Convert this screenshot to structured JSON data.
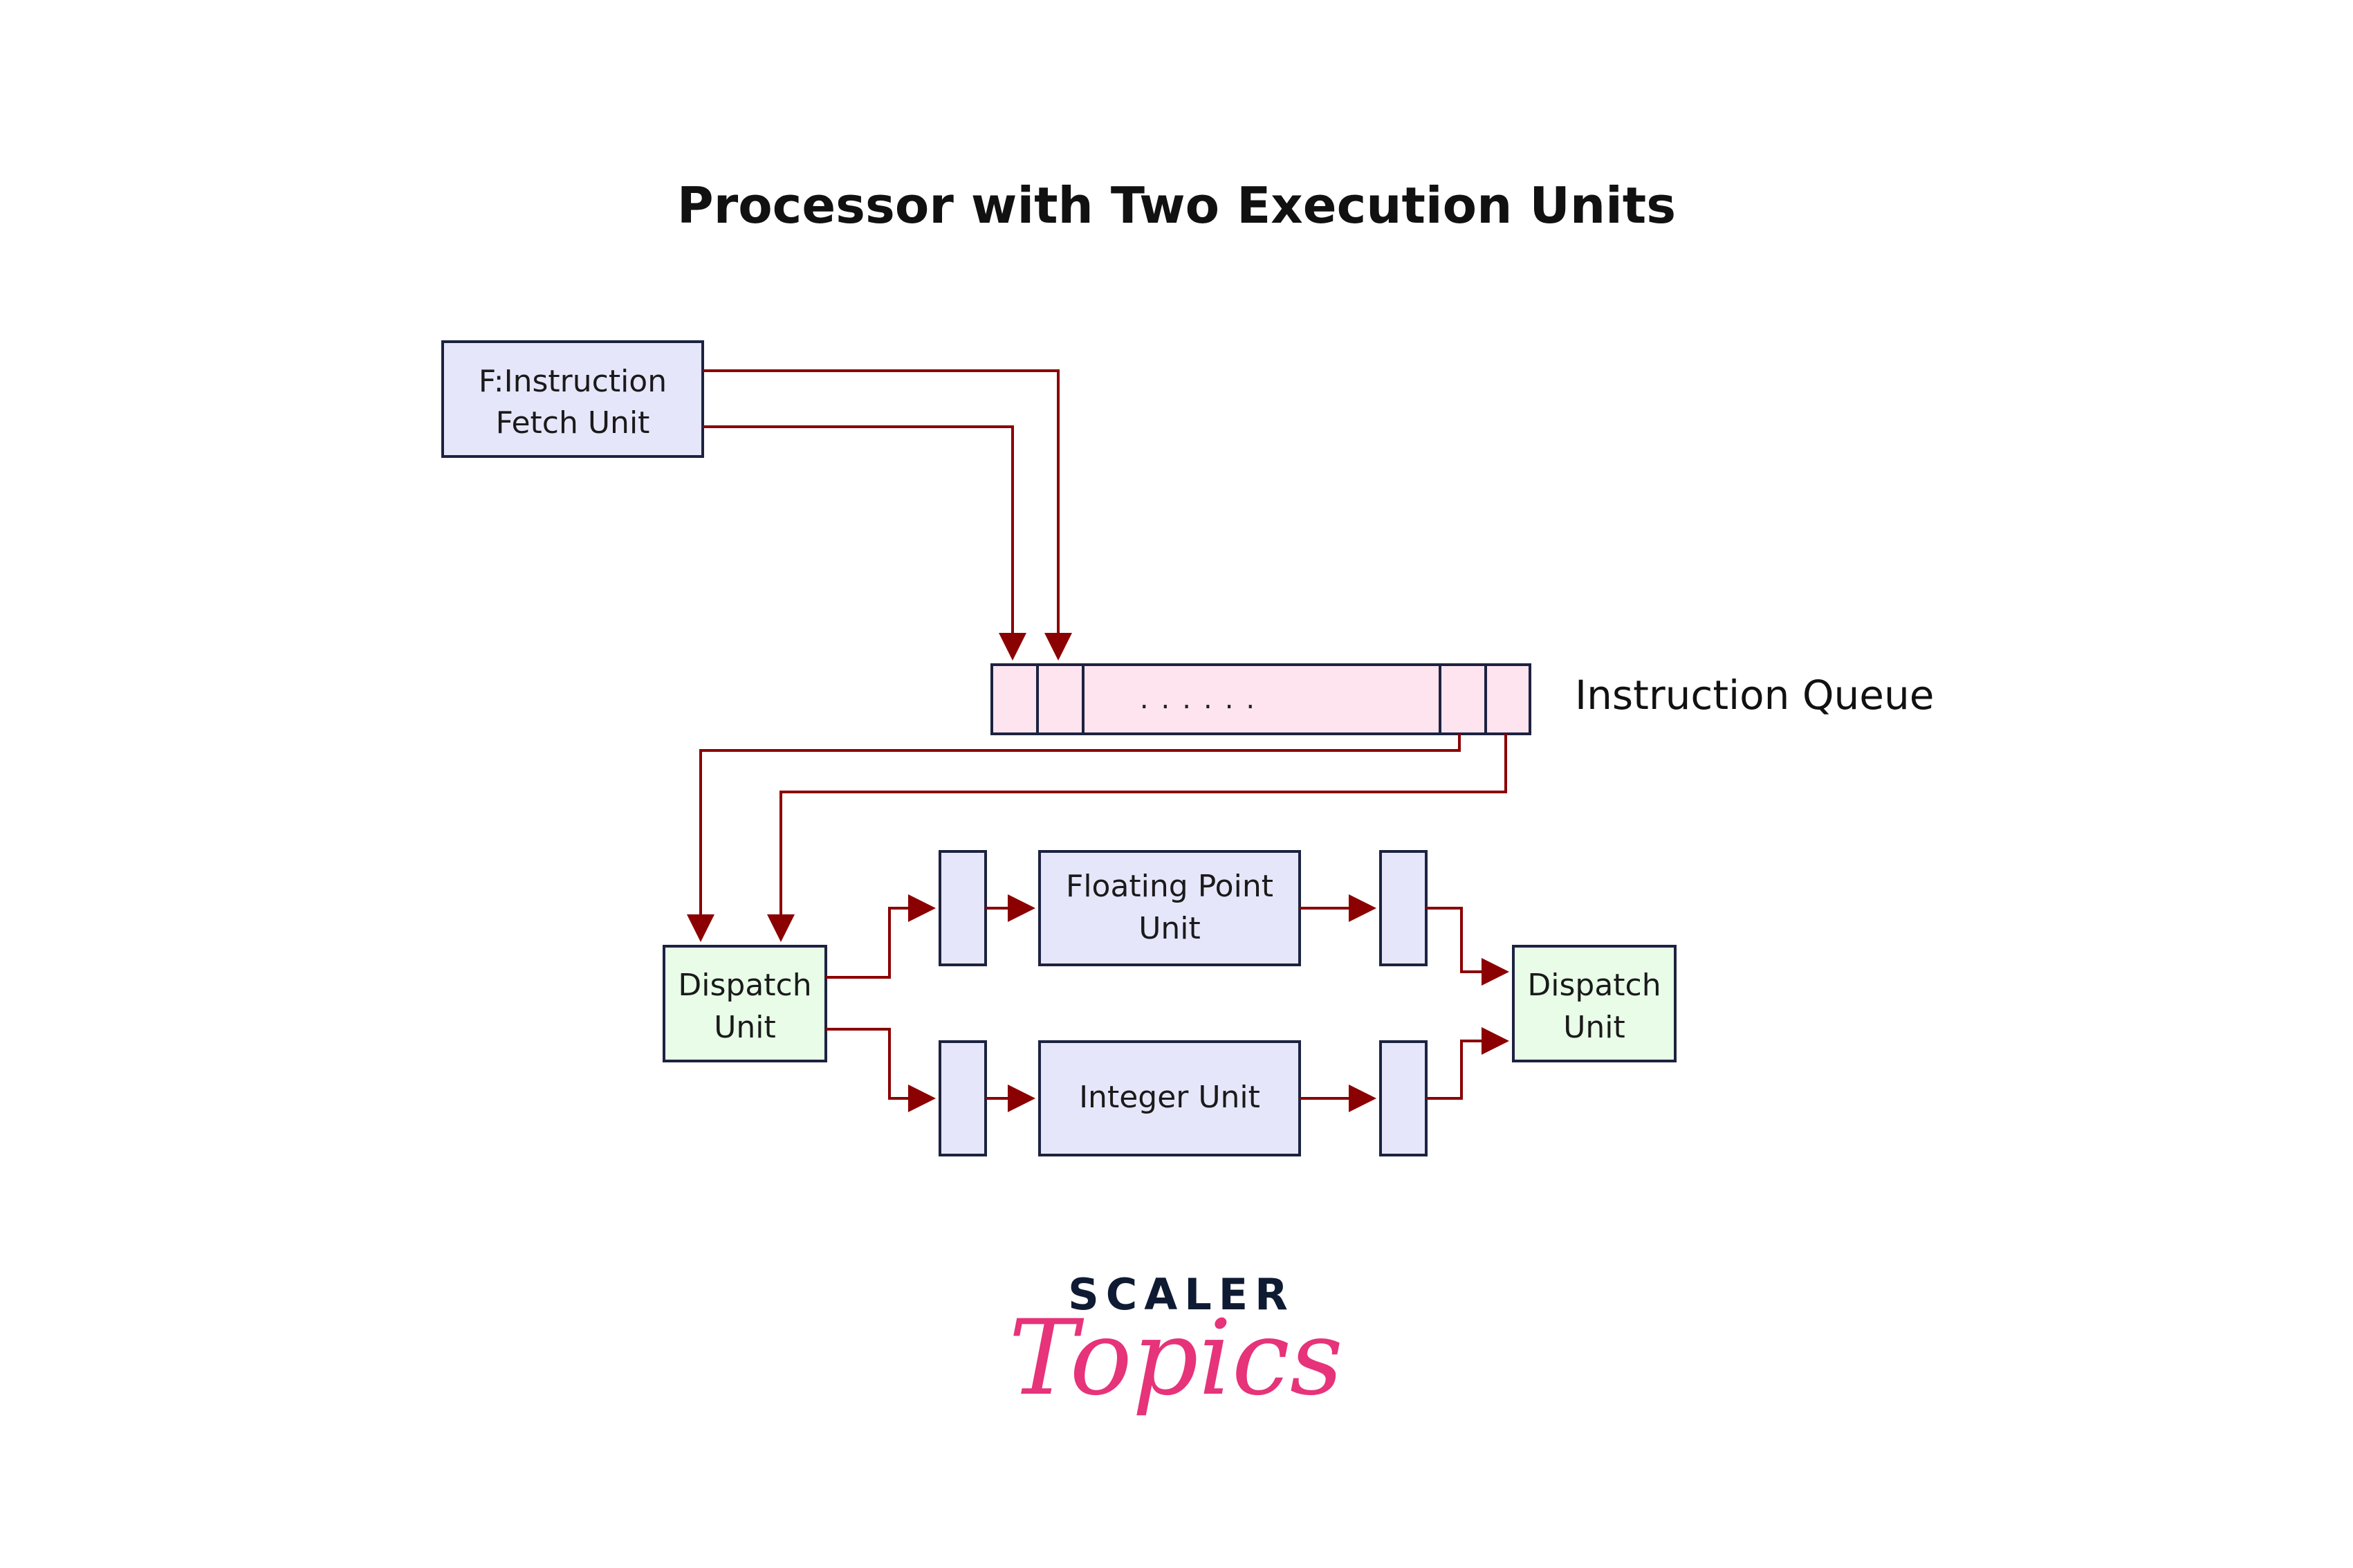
{
  "title": "Processor with Two Execution Units",
  "fetch_unit": {
    "line1": "F:Instruction",
    "line2": "Fetch Unit"
  },
  "instruction_queue": {
    "label": "Instruction Queue",
    "dots": "......"
  },
  "dispatch_left": {
    "line1": "Dispatch",
    "line2": "Unit"
  },
  "dispatch_right": {
    "line1": "Dispatch",
    "line2": "Unit"
  },
  "floating_point_unit": {
    "line1": "Floating Point",
    "line2": "Unit"
  },
  "integer_unit": {
    "label": "Integer Unit"
  },
  "logo": {
    "top": "SCALER",
    "bottom": "Topics"
  },
  "colors": {
    "arrow": "#8b0000",
    "box_border": "#1c2340",
    "unit_fill": "#e6e6fa",
    "dispatch_fill": "#e8fce8",
    "queue_fill": "#fde4ef",
    "logo_dark": "#0f1b33",
    "logo_pink": "#e6337a"
  }
}
